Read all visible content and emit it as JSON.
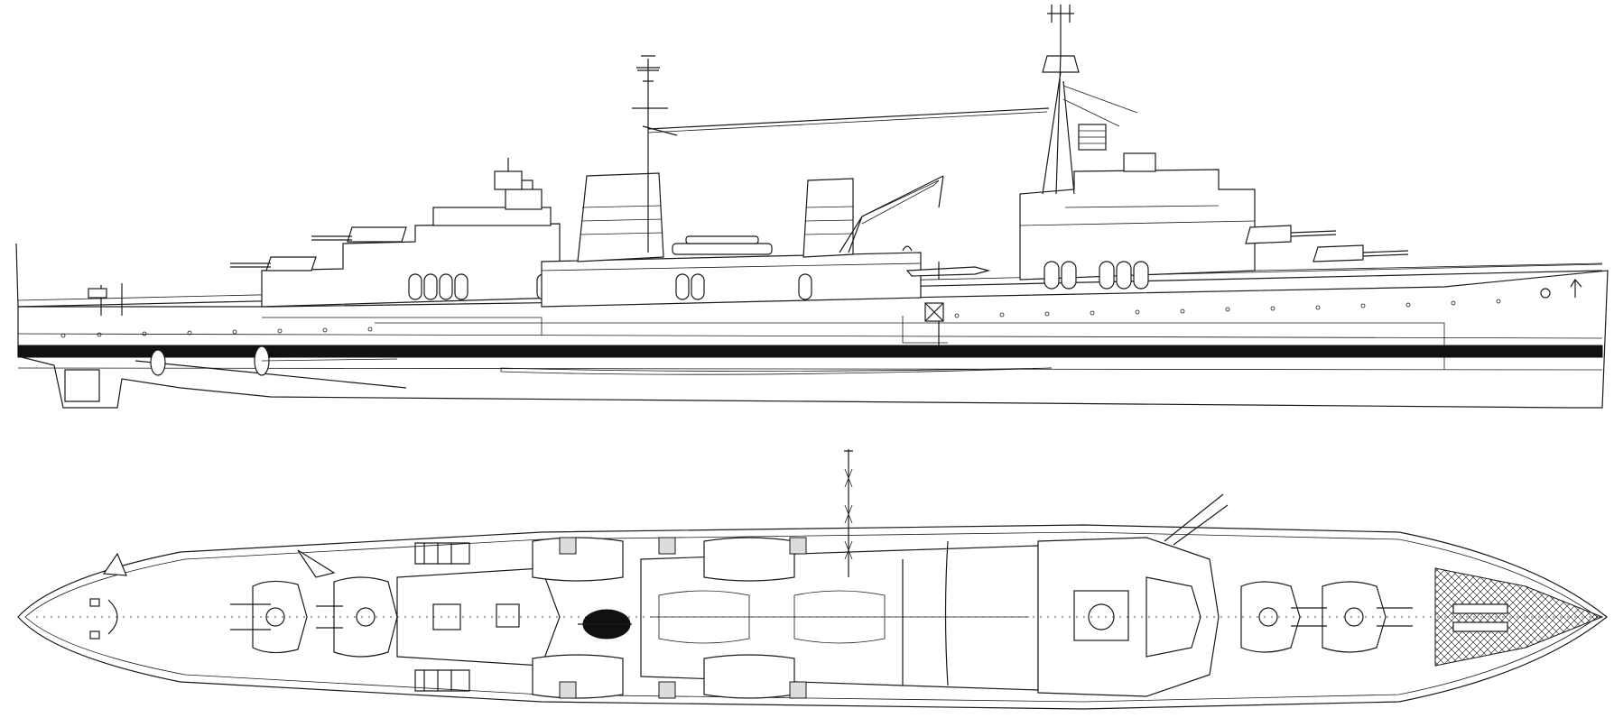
{
  "drawing": {
    "views": [
      {
        "view": "side-profile",
        "subject": "warship"
      },
      {
        "view": "top-plan",
        "subject": "warship"
      }
    ],
    "colors": {
      "line": "#1a1a1a",
      "background": "#ffffff",
      "boot_topping": "#111111",
      "deck_fill": "#dcdcdc"
    }
  }
}
